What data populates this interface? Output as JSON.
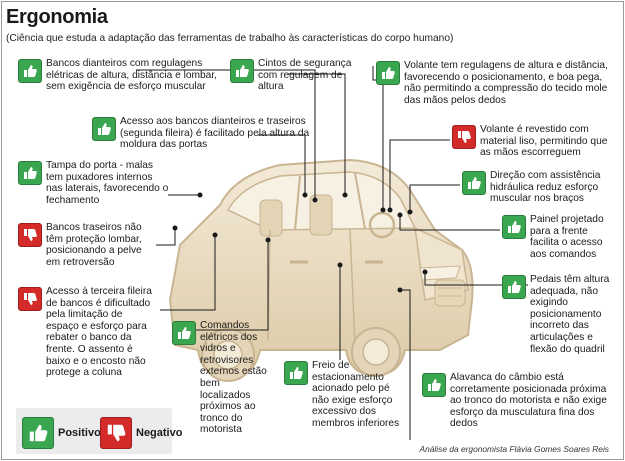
{
  "header": {
    "title": "Ergonomia",
    "subtitle": "(Ciência que estuda a adaptação das ferramentas de trabalho às características do corpo humano)"
  },
  "items": {
    "bancos_dianteiros": {
      "kind": "positive",
      "text": "Bancos dianteiros com regulagens elétricas de altura, distância e lombar, sem exigência de esforço muscular"
    },
    "cintos": {
      "kind": "positive",
      "text": "Cintos de segurança com regulagem de altura"
    },
    "volante_regulagens": {
      "kind": "positive",
      "text": "Volante tem regulagens de altura e distância, favorecendo o posicionamento, e boa pega, não permitindo a compressão do tecido mole das mãos pelos dedos"
    },
    "acesso_bancos": {
      "kind": "positive",
      "text": "Acesso aos bancos dianteiros e traseiros (segunda fileira) é facilitado pela altura da moldura das portas"
    },
    "volante_revestido": {
      "kind": "negative",
      "text": "Volante é revestido com material liso, permitindo que as mãos escorreguem"
    },
    "tampa_porta": {
      "kind": "positive",
      "text": "Tampa do porta - malas tem puxadores internos nas laterais, favorecendo o fechamento"
    },
    "direcao": {
      "kind": "positive",
      "text": "Direção com assistência hidráulica reduz esforço muscular nos braços"
    },
    "bancos_traseiros": {
      "kind": "negative",
      "text": "Bancos traseiros não têm proteção lombar, posicionando a pelve em retroversão"
    },
    "painel": {
      "kind": "positive",
      "text": "Painel projetado para a frente facilita o acesso aos comandos"
    },
    "terceira_fileira": {
      "kind": "negative",
      "text": "Acesso à terceira fileira de bancos é dificultado pela limitação de espaço e esforço para rebater o banco da frente. O assento é baixo e o encosto não protege a coluna"
    },
    "pedais": {
      "kind": "positive",
      "text": "Pedais têm altura adequada, não exigindo posicionamento incorreto das articulações e flexão do quadril"
    },
    "comandos": {
      "kind": "positive",
      "text": "Comandos elétricos dos vidros e retrovisores externos estão bem localizados próximos ao tronco do motorista"
    },
    "freio": {
      "kind": "positive",
      "text": "Freio de estacionamento acionado pelo pé não exige esforço excessivo dos membros inferiores"
    },
    "cambio": {
      "kind": "positive",
      "text": "Alavanca do câmbio está corretamente posicionada próxima ao tronco do motorista e não exige esforço da musculatura fina dos dedos"
    }
  },
  "legend": {
    "positive_label": "Positivo",
    "negative_label": "Negativo"
  },
  "credit": "Análise da ergonomista Flávia Gomes Soares Reis",
  "colors": {
    "positive": "#3aa650",
    "negative": "#d32a2a",
    "car": "#e9dcc4",
    "car_outline": "#c9b592"
  }
}
